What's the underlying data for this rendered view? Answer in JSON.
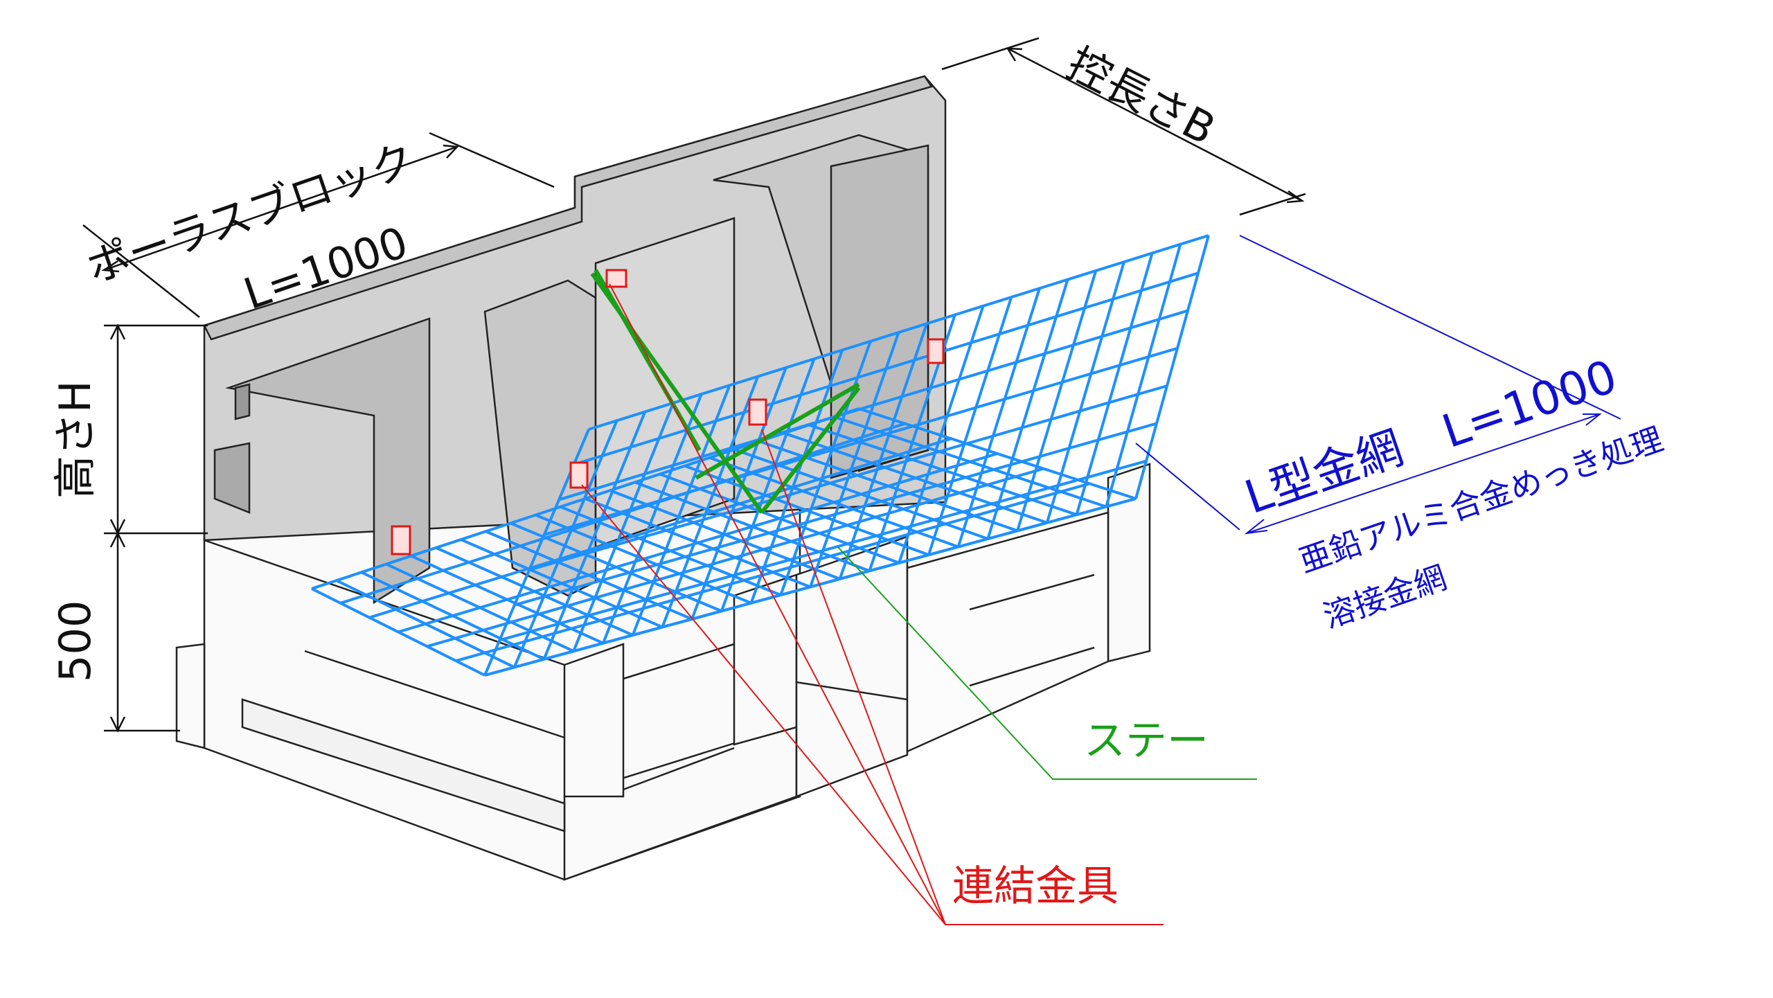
{
  "labels": {
    "porous_block": "ポーラスブロック",
    "block_length": "L=1000",
    "depth_b": "控長さB",
    "height_h": "高さH",
    "base_height": "500",
    "mesh_name": "L型金網",
    "mesh_length": "L=1000",
    "mesh_spec_line1": "亜鉛アルミ合金めっき処理",
    "mesh_spec_line2": "溶接金網",
    "stay": "ステー",
    "connector": "連結金具"
  },
  "colors": {
    "mesh_blue": "#1e90ff",
    "mesh_label_blue": "#1010d0",
    "stay_green": "#1aa01a",
    "connector_red": "#e01818",
    "block_gray": "#d2d2d2",
    "base_white": "#fafafa",
    "outline": "#222222"
  }
}
